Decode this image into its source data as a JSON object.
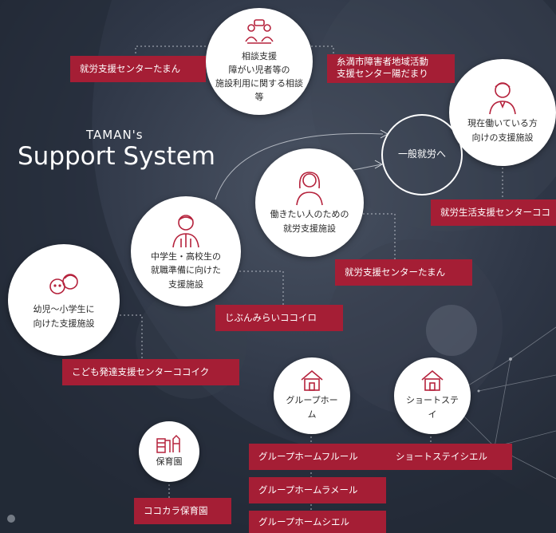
{
  "title": {
    "small": "TAMAN's",
    "big": "Support System"
  },
  "nodes": {
    "consult": "相談支援\n障がい児者等の\n施設利用に関する相談\n等",
    "working": "現在働いている方\n向けの支援施設",
    "general_work": "一般就労へ",
    "want_work": "働きたい人のための\n就労支援施設",
    "students": "中学生・高校生の\n就職準備に向けた\n支援施設",
    "children": "幼児〜小学生に\n向けた支援施設",
    "group_home": "グループホー\nム",
    "short_stay": "ショートステ\nイ",
    "nursery": "保育園"
  },
  "labels": {
    "shuro_taman_top": "就労支援センターたまん",
    "itoman": "糸満市障害者地域活動\n支援センター陽だまり",
    "shuro_seikatsu": "就労生活支援センターココ",
    "shuro_taman_mid": "就労支援センターたまん",
    "jibun": "じぶんみらいココイロ",
    "kodomo": "こども発達支援センターココイク",
    "gh_fleur": "グループホームフルール",
    "short_ciel": "ショートステイシエル",
    "gh_lamer": "グループホームラメール",
    "nursery_cocokara": "ココカラ保育園",
    "gh_ciel": "グループホームシエル"
  },
  "colors": {
    "accent": "#a51e35",
    "background": "#2b3342",
    "icon": "#b5223c"
  }
}
